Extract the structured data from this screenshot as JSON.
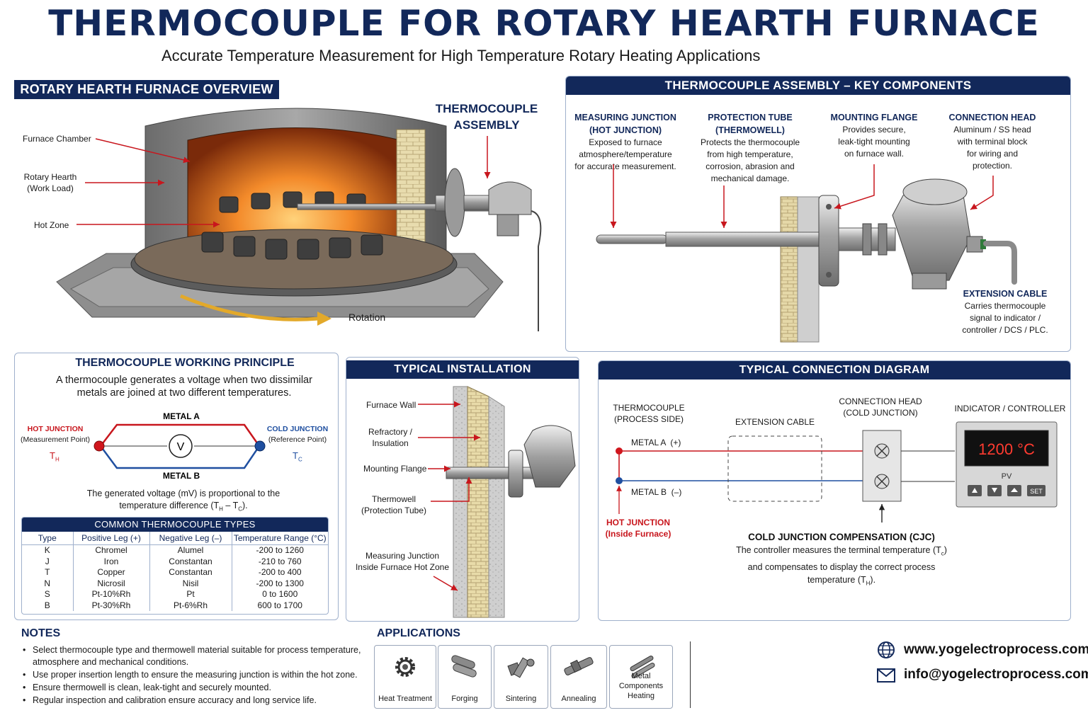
{
  "header": {
    "title": "THERMOCOUPLE FOR ROTARY HEARTH FURNACE",
    "subtitle": "Accurate Temperature Measurement for High Temperature Rotary Heating Applications"
  },
  "overview": {
    "heading": "ROTARY HEARTH FURNACE OVERVIEW",
    "furnace_chamber": "Furnace Chamber",
    "rotary_hearth_1": "Rotary Hearth",
    "rotary_hearth_2": "(Work Load)",
    "hot_zone": "Hot Zone",
    "rotation": "Rotation",
    "assembly_1": "THERMOCOUPLE",
    "assembly_2": "ASSEMBLY"
  },
  "components": {
    "heading": "THERMOCOUPLE ASSEMBLY – KEY COMPONENTS",
    "measuring_title_1": "MEASURING JUNCTION",
    "measuring_title_2": "(HOT JUNCTION)",
    "measuring_text_1": "Exposed to furnace",
    "measuring_text_2": "atmosphere/temperature",
    "measuring_text_3": "for accurate measurement.",
    "tube_title_1": "PROTECTION TUBE",
    "tube_title_2": "(THERMOWELL)",
    "tube_text_1": "Protects the thermocouple",
    "tube_text_2": "from high temperature,",
    "tube_text_3": "corrosion, abrasion and",
    "tube_text_4": "mechanical damage.",
    "flange_title": "MOUNTING FLANGE",
    "flange_text_1": "Provides secure,",
    "flange_text_2": "leak-tight mounting",
    "flange_text_3": "on furnace wall.",
    "head_title": "CONNECTION HEAD",
    "head_text_1": "Aluminum / SS head",
    "head_text_2": "with terminal block",
    "head_text_3": "for wiring and",
    "head_text_4": "protection.",
    "cable_title": "EXTENSION CABLE",
    "cable_text_1": "Carries thermocouple",
    "cable_text_2": "signal to indicator /",
    "cable_text_3": "controller / DCS / PLC."
  },
  "principle": {
    "heading": "THERMOCOUPLE WORKING PRINCIPLE",
    "intro_1": "A thermocouple generates a voltage when two dissimilar",
    "intro_2": "metals are joined at two different temperatures.",
    "metal_a": "METAL A",
    "metal_b": "METAL B",
    "hot_junction": "HOT JUNCTION",
    "hot_sub": "(Measurement Point)",
    "cold_junction": "COLD JUNCTION",
    "cold_sub": "(Reference Point)",
    "th": "T",
    "th_sub": "H",
    "tc": "T",
    "tc_sub": "C",
    "voltmeter": "V",
    "voltage_1": "The generated voltage (mV) is proportional to the",
    "voltage_2": "temperature difference (T",
    "voltage_2_h": "H",
    "voltage_2_mid": " – T",
    "voltage_2_c": "C",
    "voltage_2_end": ")."
  },
  "types_table": {
    "heading": "COMMON THERMOCOUPLE TYPES",
    "columns": [
      "Type",
      "Positive Leg (+)",
      "Negative Leg (–)",
      "Temperature Range (°C)"
    ],
    "rows": [
      [
        "K",
        "Chromel",
        "Alumel",
        "-200 to 1260"
      ],
      [
        "J",
        "Iron",
        "Constantan",
        "-210 to 760"
      ],
      [
        "T",
        "Copper",
        "Constantan",
        "-200 to 400"
      ],
      [
        "N",
        "Nicrosil",
        "Nisil",
        "-200 to 1300"
      ],
      [
        "S",
        "Pt-10%Rh",
        "Pt",
        "0 to 1600"
      ],
      [
        "B",
        "Pt-30%Rh",
        "Pt-6%Rh",
        "600 to 1700"
      ]
    ]
  },
  "installation": {
    "heading": "TYPICAL INSTALLATION",
    "furnace_wall": "Furnace Wall",
    "refractory_1": "Refractory /",
    "refractory_2": "Insulation",
    "flange": "Mounting Flange",
    "thermowell_1": "Thermowell",
    "thermowell_2": "(Protection Tube)",
    "junction_1": "Measuring Junction",
    "junction_2": "Inside Furnace Hot Zone"
  },
  "connection": {
    "heading": "TYPICAL CONNECTION DIAGRAM",
    "tc_1": "THERMOCOUPLE",
    "tc_2": "(PROCESS SIDE)",
    "ext": "EXTENSION CABLE",
    "head_1": "CONNECTION HEAD",
    "head_2": "(COLD JUNCTION)",
    "indicator": "INDICATOR / CONTROLLER",
    "metal_a": "METAL A  (+)",
    "metal_b": "METAL B  (–)",
    "hot_1": "HOT JUNCTION",
    "hot_2": "(Inside Furnace)",
    "display_value": "1200 °C",
    "pv": "PV",
    "set": "SET",
    "cjc_title": "COLD JUNCTION COMPENSATION (CJC)",
    "cjc_1a": "The controller measures the terminal temperature (T",
    "cjc_1_sub": "c",
    "cjc_1b": ")",
    "cjc_2": "and compensates to display the correct process",
    "cjc_3a": "temperature (T",
    "cjc_3_sub": "H",
    "cjc_3b": ")."
  },
  "notes": {
    "heading": "NOTES",
    "items": [
      "Select thermocouple type and thermowell material suitable for process temperature,",
      "atmosphere and mechanical conditions.",
      "Use proper insertion length to ensure the measuring junction is within the hot zone.",
      "Ensure thermowell is clean, leak-tight and securely mounted.",
      "Regular inspection and calibration ensure accuracy and long service life."
    ]
  },
  "applications": {
    "heading": "APPLICATIONS",
    "items": [
      "Heat Treatment",
      "Forging",
      "Sintering",
      "Annealing",
      "Metal Components",
      "Heating"
    ]
  },
  "contact": {
    "website": "www.yogelectroprocess.com",
    "email": "info@yogelectroprocess.com"
  },
  "colors": {
    "navy": "#12285a",
    "red": "#c8161d",
    "blue": "#1f4fa0",
    "display_red": "#ff3b30"
  }
}
